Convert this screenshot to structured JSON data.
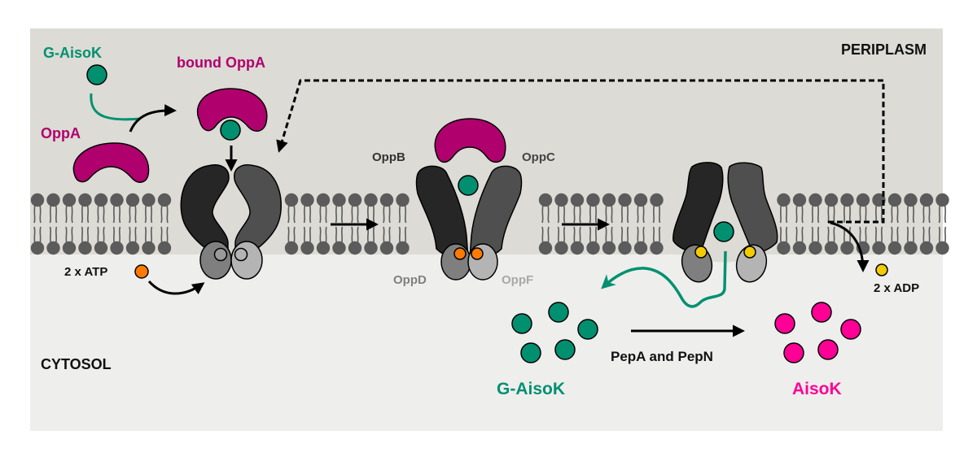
{
  "compartments": {
    "periplasm": "PERIPLASM",
    "cytosol": "CYTOSOL"
  },
  "labels": {
    "substrate_top": "G-AisoK",
    "free_binding_protein": "OppA",
    "bound_binding_protein": "bound OppA",
    "tmd_left": "OppB",
    "tmd_right": "OppC",
    "nbd_left": "OppD",
    "nbd_right": "OppF",
    "atp": "2 x ATP",
    "adp": "2 x ADP",
    "enzymes": "PepA and PepN",
    "substrate_cytosol": "G-AisoK",
    "product": "AisoK"
  },
  "colors": {
    "periplasm_bg": "#dcdbd5",
    "cytosol_bg": "#eeeeed",
    "lipid": "#5b5b5b",
    "oppA": "#b0006e",
    "g_aisok": "#009070",
    "aisok": "#ff0096",
    "atp": "#ff7a00",
    "adp": "#f2cc00",
    "tmd_left": "#262626",
    "tmd_right": "#4f4f4f",
    "nbd_left": "#7f7f7f",
    "nbd_right": "#b4b4b4",
    "tmd_label": "#333333",
    "nbd_left_label": "#808080",
    "nbd_right_label": "#a8a8a8"
  },
  "steps": [
    {
      "state": "open-outward",
      "nucleotide": "none"
    },
    {
      "state": "oppA-docked",
      "nucleotide": "ATP"
    },
    {
      "state": "open-inward",
      "nucleotide": "ADP"
    }
  ],
  "cytosol_substrate_count": 5,
  "product_count": 5
}
